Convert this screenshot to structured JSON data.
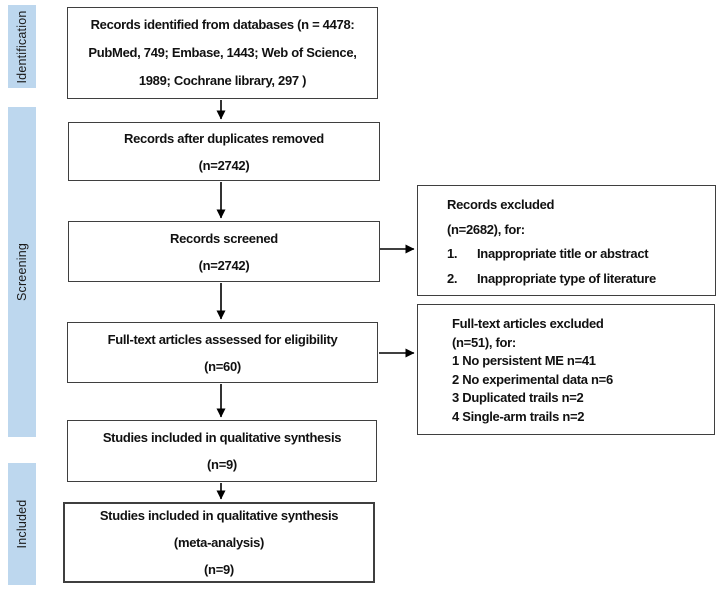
{
  "colors": {
    "stage_bar_bg": "#bdd7ee",
    "box_border": "#3f3f3f",
    "arrow": "#000000",
    "background": "#ffffff"
  },
  "stages": [
    {
      "label": "Identification"
    },
    {
      "label": "Screening"
    },
    {
      "label": "Included"
    }
  ],
  "main_boxes": [
    {
      "lines": [
        "Records identified from databases (n = 4478:",
        "PubMed, 749; Embase, 1443; Web of Science,",
        "1989; Cochrane library, 297 )"
      ]
    },
    {
      "lines": [
        "Records after duplicates removed",
        "(n=2742)"
      ]
    },
    {
      "lines": [
        "Records screened",
        "(n=2742)"
      ]
    },
    {
      "lines": [
        "Full-text articles assessed for eligibility",
        "(n=60)"
      ]
    },
    {
      "lines": [
        "Studies included in qualitative synthesis",
        "(n=9)"
      ]
    },
    {
      "lines": [
        "Studies included in qualitative synthesis",
        "(meta-analysis)",
        "(n=9)"
      ]
    }
  ],
  "exclusion_boxes": [
    {
      "title": "Records excluded",
      "subtitle": "(n=2682), for:",
      "items": [
        {
          "num": "1.",
          "text": "Inappropriate title or abstract"
        },
        {
          "num": "2.",
          "text": "Inappropriate type of literature"
        }
      ]
    },
    {
      "title": "Full-text articles excluded",
      "subtitle": "(n=51), for:",
      "items": [
        {
          "text": "1 No persistent ME n=41"
        },
        {
          "text": "2 No experimental data n=6"
        },
        {
          "text": "3 Duplicated trails n=2"
        },
        {
          "text": "4 Single-arm trails n=2"
        }
      ]
    }
  ]
}
